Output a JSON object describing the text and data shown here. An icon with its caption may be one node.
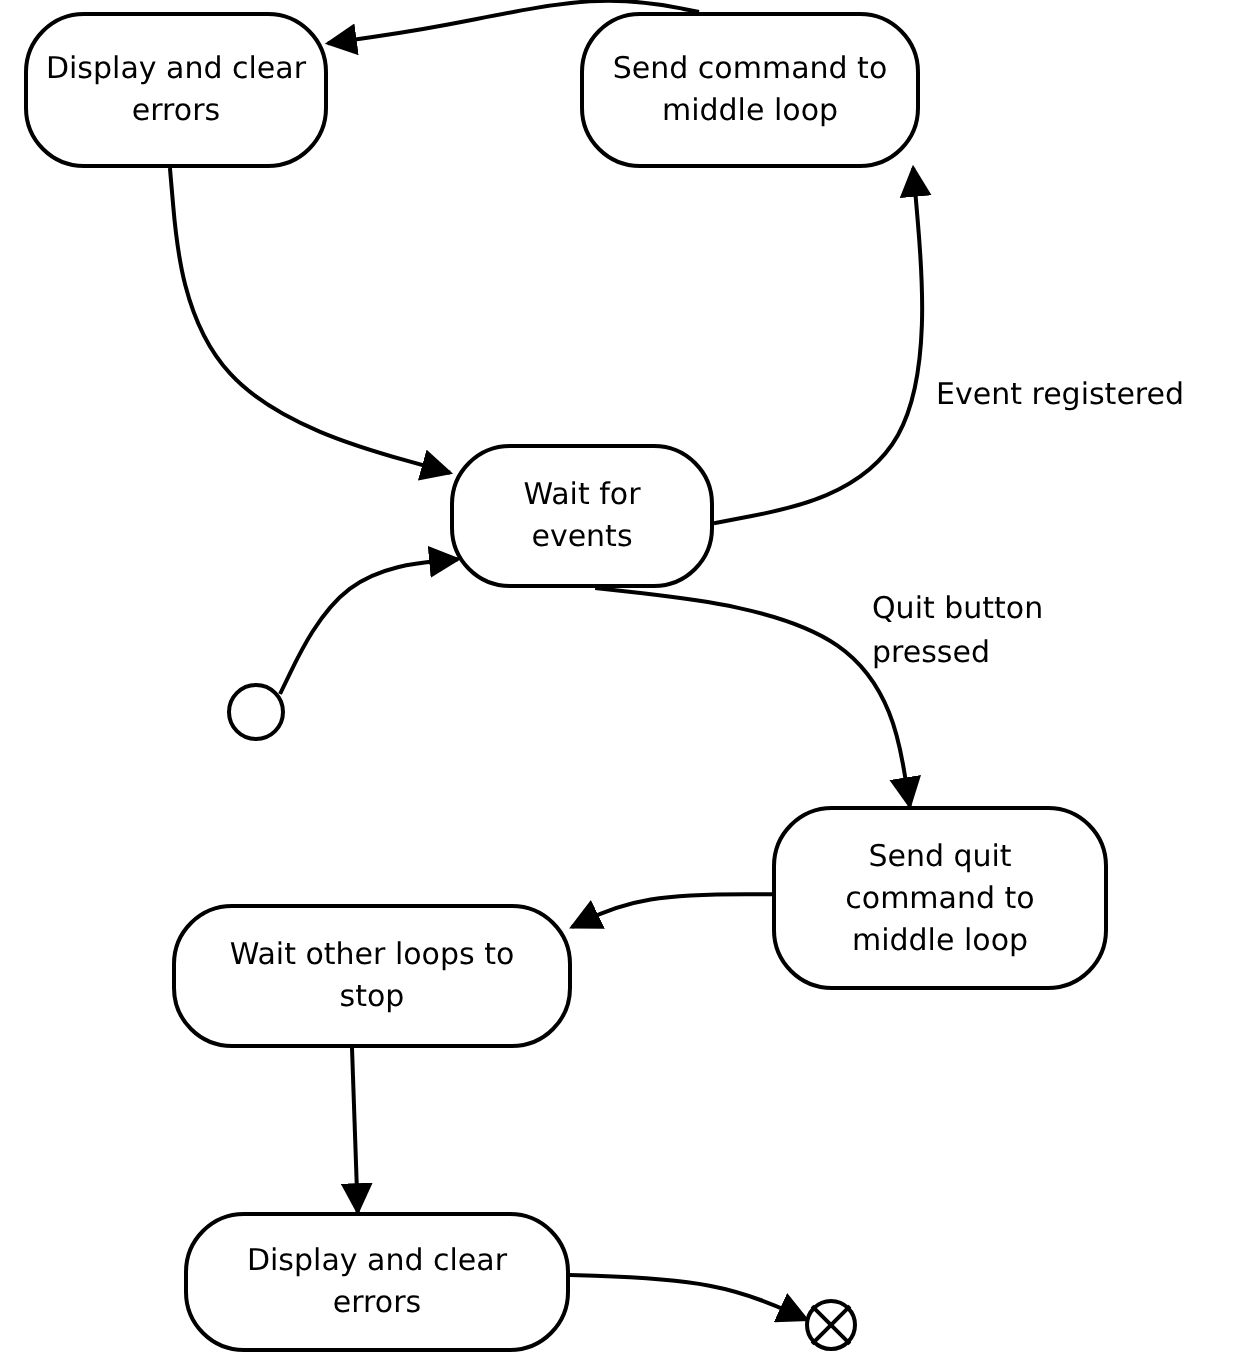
{
  "diagram": {
    "nodes": [
      {
        "text": [
          "Display and clear errors"
        ]
      },
      {
        "text": [
          "Send command to middle loop"
        ]
      },
      {
        "text": [
          "Wait for events"
        ]
      },
      {
        "text": [],
        "shape": "circle"
      },
      {
        "text": [
          "Send quit command to middle loop"
        ]
      },
      {
        "text": [
          "Wait other loops to stop"
        ]
      },
      {
        "text": [
          "Display and clear errors"
        ]
      },
      {
        "text": [],
        "shape": "circle"
      }
    ],
    "edges": [
      {
        "from": 1,
        "to": 0,
        "arrow": "to"
      },
      {
        "from": 0,
        "to": 2,
        "arrow": "to"
      },
      {
        "from": 2,
        "to": 1,
        "arrow": "to",
        "label": "Event registered"
      },
      {
        "from": 3,
        "to": 2,
        "arrow": "to"
      },
      {
        "from": 2,
        "to": 4,
        "arrow": "to",
        "label": "Quit button pressed"
      },
      {
        "from": 4,
        "to": 5,
        "arrow": "to"
      },
      {
        "from": 5,
        "to": 6,
        "arrow": "to"
      },
      {
        "from": 6,
        "to": 7,
        "arrow": "to"
      }
    ]
  }
}
